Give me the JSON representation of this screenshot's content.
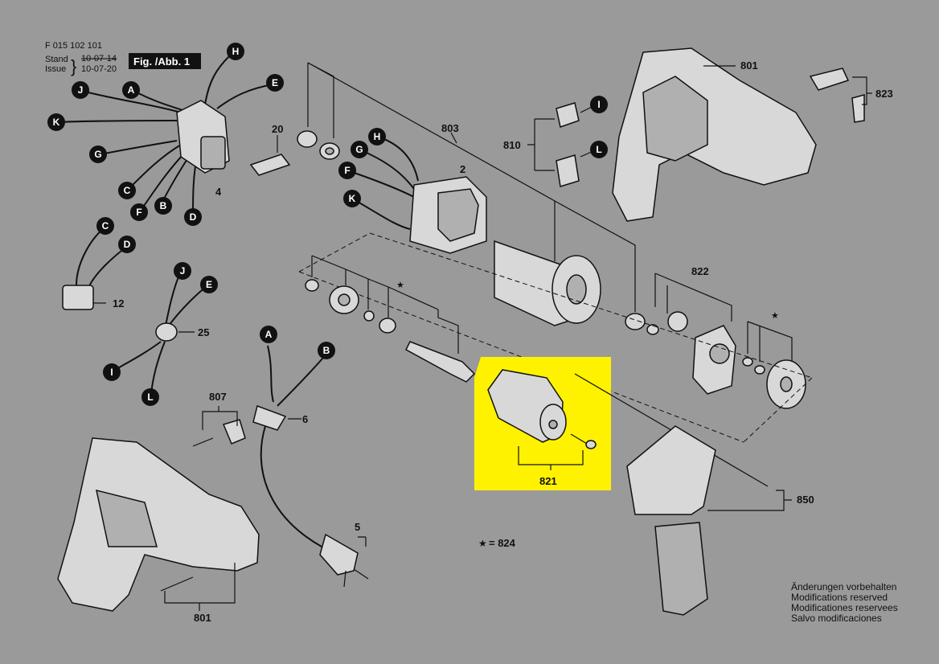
{
  "header": {
    "doc_number": "F 015 102 101",
    "stand_label": "Stand",
    "stand_date": "10-07-14",
    "issue_label": "Issue",
    "issue_date": "10-07-20",
    "figure_label": "Fig. /Abb. 1"
  },
  "letter_markers": [
    "H",
    "E",
    "J",
    "A",
    "K",
    "G",
    "C",
    "F",
    "B",
    "D",
    "C",
    "D",
    "J",
    "E",
    "I",
    "L",
    "H",
    "G",
    "F",
    "K",
    "I",
    "L",
    "A",
    "B"
  ],
  "part_labels": {
    "p20": "20",
    "p4": "4",
    "p12": "12",
    "p25": "25",
    "p803": "803",
    "p2": "2",
    "p810": "810",
    "p801_top": "801",
    "p823": "823",
    "p822": "822",
    "p807": "807",
    "p6": "6",
    "p5": "5",
    "p801_bottom": "801",
    "p821": "821",
    "p850": "850"
  },
  "highlight": {
    "part": "821",
    "color": "#fff200"
  },
  "star_note": {
    "symbol": "★",
    "text": "= 824"
  },
  "footer_notes": [
    "Änderungen vorbehalten",
    "Modifications reserved",
    "Modificationes reservees",
    "Salvo modificaciones"
  ],
  "colors": {
    "background": "#9a9a9a",
    "marker": "#111111",
    "highlight": "#fff200"
  }
}
